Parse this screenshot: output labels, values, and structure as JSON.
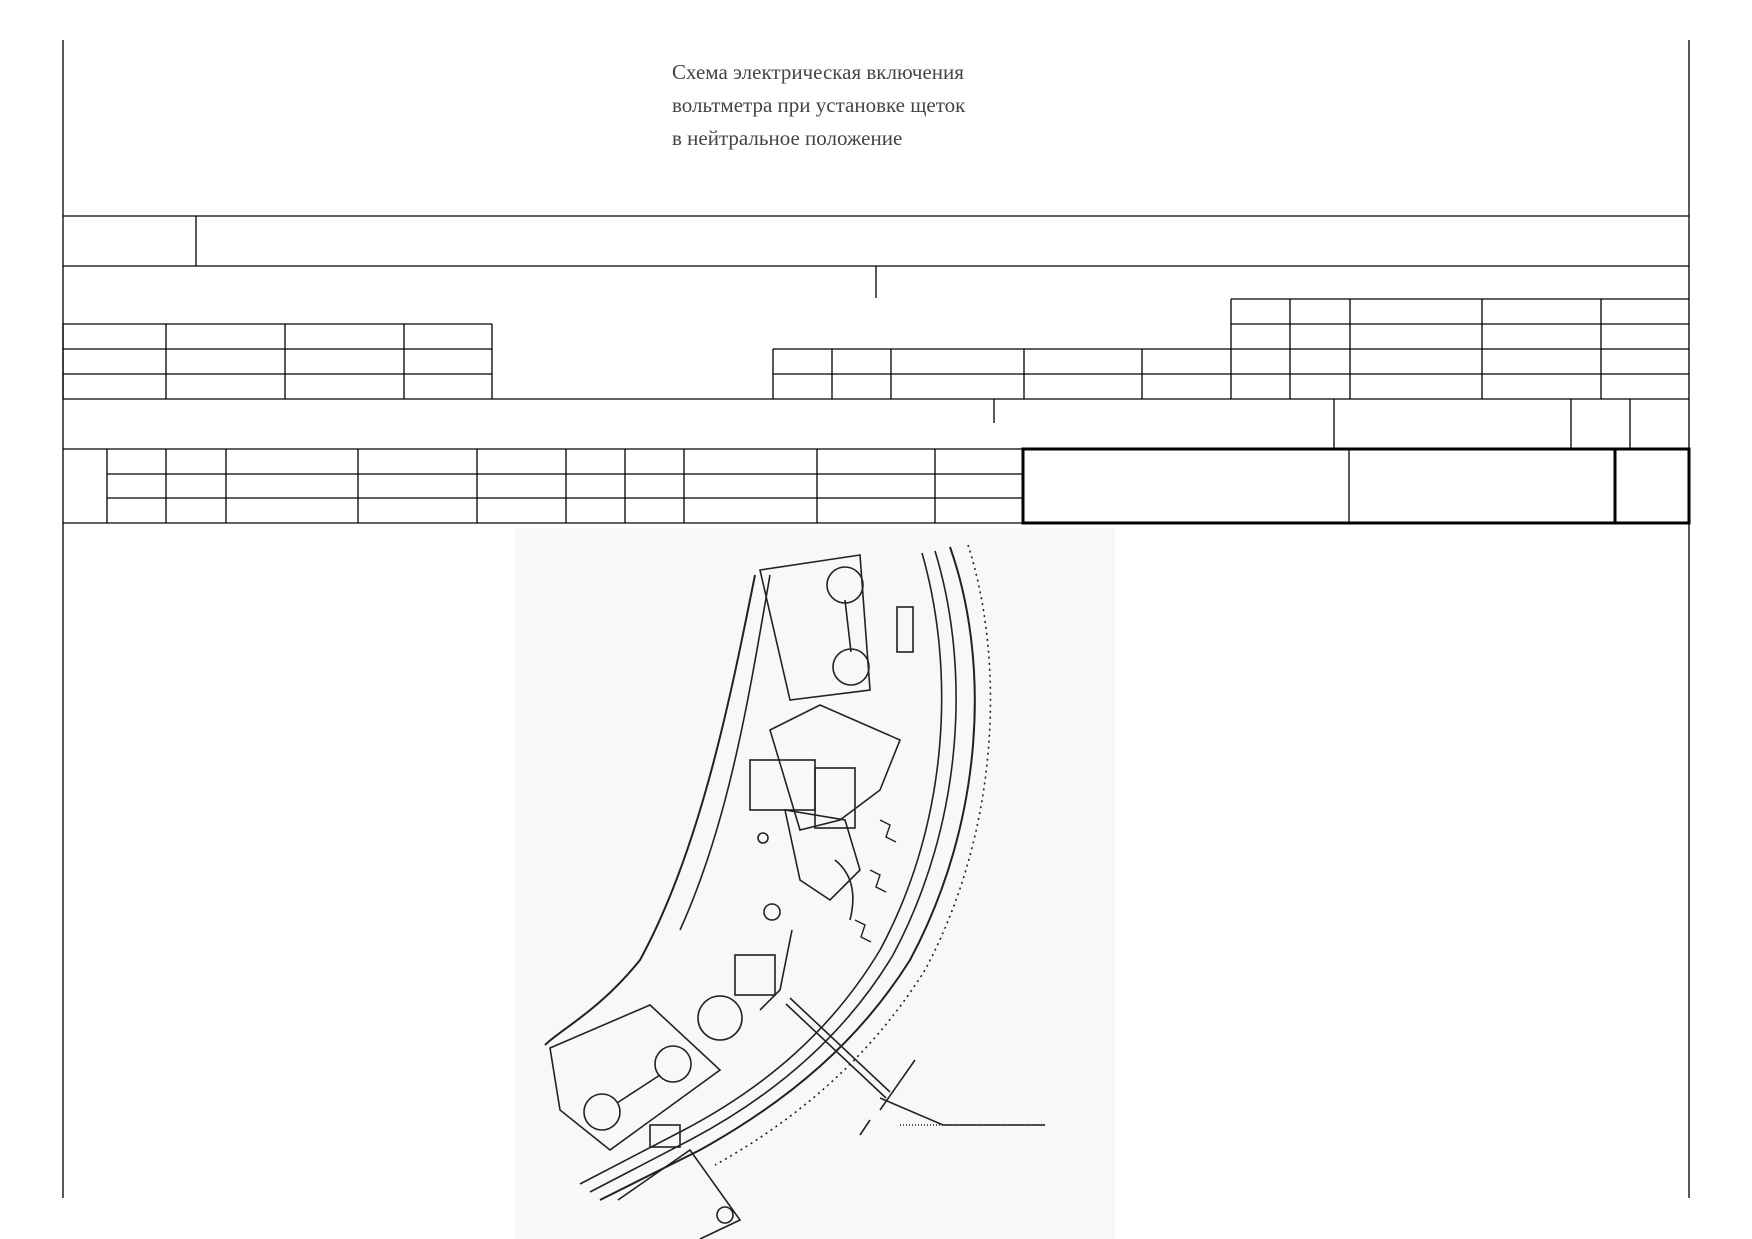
{
  "document": {
    "title_lines": [
      "Схема электрическая включения",
      "вольтметра при установке щеток",
      "в нейтральное положение"
    ]
  }
}
